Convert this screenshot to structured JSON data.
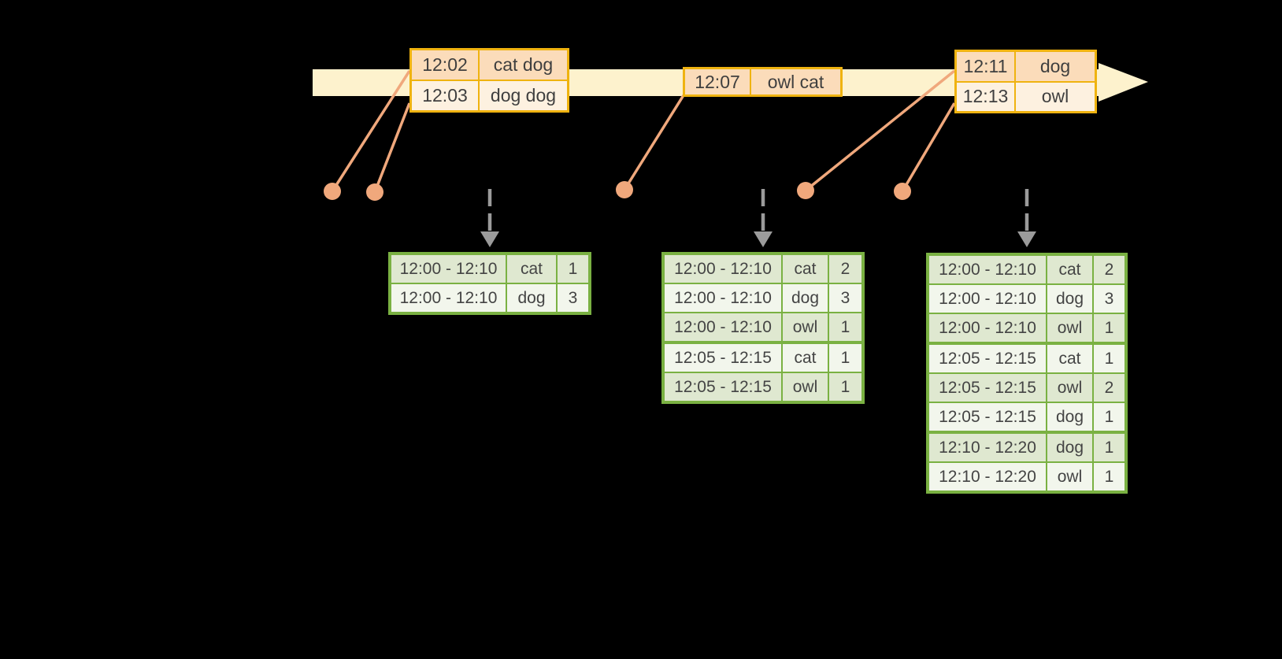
{
  "colors": {
    "background": "#000000",
    "timeline_fill": "#fdf2cd",
    "event_table_border": "#efb310",
    "event_row_dark": "#fbdcba",
    "event_row_light": "#fdf1e0",
    "connector_and_dots": "#f0a87c",
    "trigger_arrow_gray": "#9b9b9b",
    "result_table_border": "#7ab142",
    "result_row_dark": "#dfe8d0",
    "result_row_light": "#f2f6ec",
    "text": "#3f3f3f"
  },
  "event_tables": [
    {
      "rows": [
        [
          "12:02",
          "cat dog"
        ],
        [
          "12:03",
          "dog dog"
        ]
      ]
    },
    {
      "rows": [
        [
          "12:07",
          "owl cat"
        ]
      ]
    },
    {
      "rows": [
        [
          "12:11",
          "dog"
        ],
        [
          "12:13",
          "owl"
        ]
      ]
    }
  ],
  "result_tables": [
    {
      "rows": [
        [
          "12:00 - 12:10",
          "cat",
          "1"
        ],
        [
          "12:00 - 12:10",
          "dog",
          "3"
        ]
      ]
    },
    {
      "rows": [
        [
          "12:00 - 12:10",
          "cat",
          "2"
        ],
        [
          "12:00 - 12:10",
          "dog",
          "3"
        ],
        [
          "12:00 - 12:10",
          "owl",
          "1"
        ],
        [
          "12:05 - 12:15",
          "cat",
          "1"
        ],
        [
          "12:05 - 12:15",
          "owl",
          "1"
        ]
      ]
    },
    {
      "rows": [
        [
          "12:00 - 12:10",
          "cat",
          "2"
        ],
        [
          "12:00 - 12:10",
          "dog",
          "3"
        ],
        [
          "12:00 - 12:10",
          "owl",
          "1"
        ],
        [
          "12:05 - 12:15",
          "cat",
          "1"
        ],
        [
          "12:05 - 12:15",
          "owl",
          "2"
        ],
        [
          "12:05 - 12:15",
          "dog",
          "1"
        ],
        [
          "12:10 - 12:20",
          "dog",
          "1"
        ],
        [
          "12:10 - 12:20",
          "owl",
          "1"
        ]
      ]
    }
  ]
}
